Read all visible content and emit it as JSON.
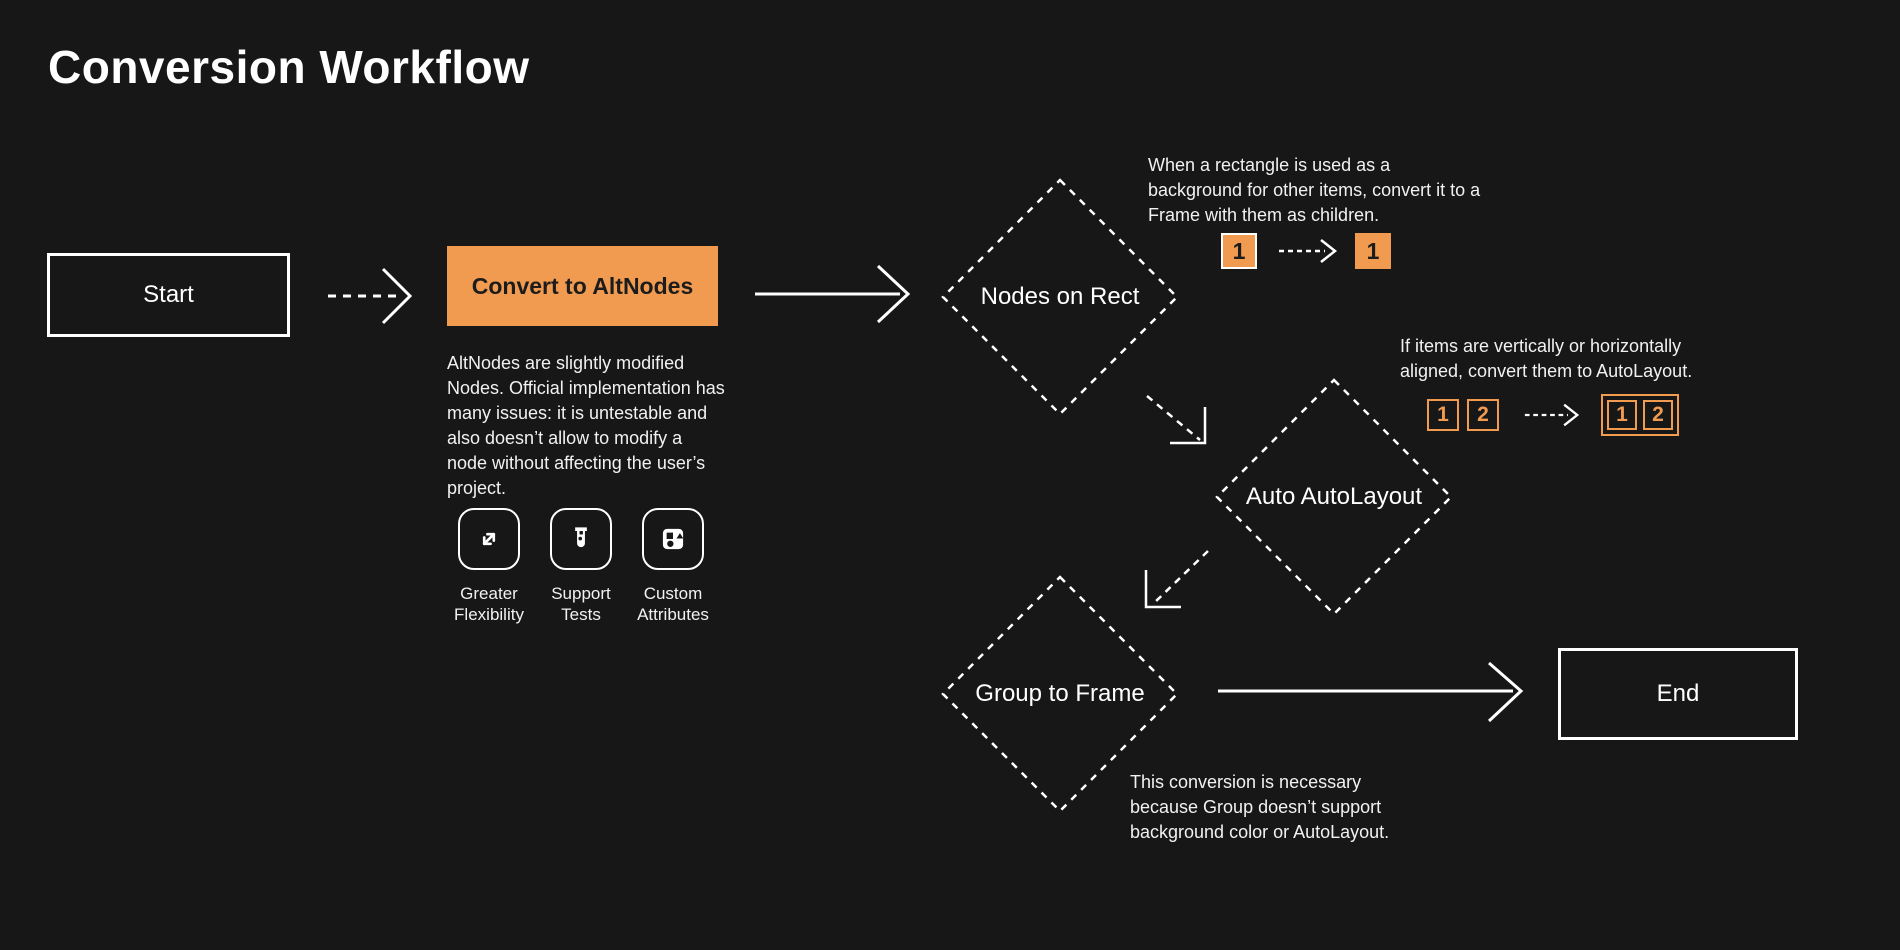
{
  "title": "Conversion Workflow",
  "colors": {
    "background": "#171717",
    "text": "#FFFFFF",
    "orange": "#F09B50",
    "dark_text": "#1C1C1C"
  },
  "nodes": {
    "start": {
      "label": "Start"
    },
    "convert": {
      "label": "Convert to AltNodes"
    },
    "nodes_on_rect": {
      "label": "Nodes on Rect"
    },
    "auto_autolayout": {
      "label": "Auto AutoLayout"
    },
    "group_to_frame": {
      "label": "Group to Frame"
    },
    "end": {
      "label": "End"
    }
  },
  "notes": {
    "altnodes": "AltNodes are slightly modified Nodes. Official implementation has many issues: it is untestable and also doesn’t allow to modify a node without affecting the user’s project.",
    "nodes_on_rect": "When a rectangle is used as a background for other items, convert it to a Frame with them as children.",
    "auto_autolayout": "If items are vertically or horizontally aligned, convert them to AutoLayout.",
    "group_to_frame": "This conversion is necessary because Group doesn’t support background color or AutoLayout."
  },
  "features": [
    {
      "icon": "expand-arrows-icon",
      "label": "Greater Flexibility"
    },
    {
      "icon": "test-tube-icon",
      "label": "Support Tests"
    },
    {
      "icon": "shapes-icon",
      "label": "Custom Attributes"
    }
  ],
  "examples": {
    "rect_to_frame": {
      "before": "1",
      "after": "1"
    },
    "autolayout": {
      "before": [
        "1",
        "2"
      ],
      "after": [
        "1",
        "2"
      ]
    }
  }
}
